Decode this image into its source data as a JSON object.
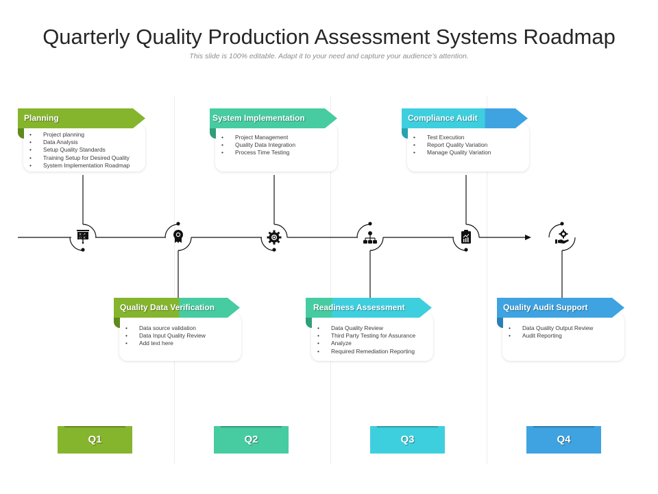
{
  "header": {
    "title": "Quarterly Quality Production Assessment Systems Roadmap",
    "subtitle": "This slide is 100% editable. Adapt it to your need and capture your audience’s attention."
  },
  "colors": {
    "green": "#85b52d",
    "teal": "#46cca0",
    "cyan": "#3ecfdf",
    "blue": "#3ea3e0",
    "line": "#111111",
    "divider": "#ececec"
  },
  "milestones": [
    {
      "title": "Planning",
      "items": [
        "Project planning",
        "Data Analysis",
        "Setup Quality Standards",
        "Training  Setup  for Desired Quality",
        "System Implementation Roadmap"
      ],
      "icon": "presentation-board-icon",
      "position": "top"
    },
    {
      "title": "Quality Data Verification",
      "items": [
        "Data source  validation",
        "Data Input Quality Review",
        "Add text here"
      ],
      "icon": "award-badge-icon",
      "position": "bottom"
    },
    {
      "title": "System Implementation",
      "items": [
        "Project Management",
        "Quality Data Integration",
        "Process Time  Testing"
      ],
      "icon": "gear-icon",
      "position": "top"
    },
    {
      "title": "Readiness Assessment",
      "items": [
        "Data Quality Review",
        "Third  Party Testing for Assurance",
        "Analyze",
        "Required  Remediation Reporting"
      ],
      "icon": "hierarchy-icon",
      "position": "bottom"
    },
    {
      "title": "Compliance Audit",
      "items": [
        "Test Execution",
        "Report Quality Variation",
        "Manage  Quality Variation"
      ],
      "icon": "clipboard-chart-icon",
      "position": "top"
    },
    {
      "title": "Quality Audit Support",
      "items": [
        "Data Quality Output Review",
        "Audit Reporting"
      ],
      "icon": "hand-gear-icon",
      "position": "bottom"
    }
  ],
  "quarters": [
    "Q1",
    "Q2",
    "Q3",
    "Q4"
  ]
}
